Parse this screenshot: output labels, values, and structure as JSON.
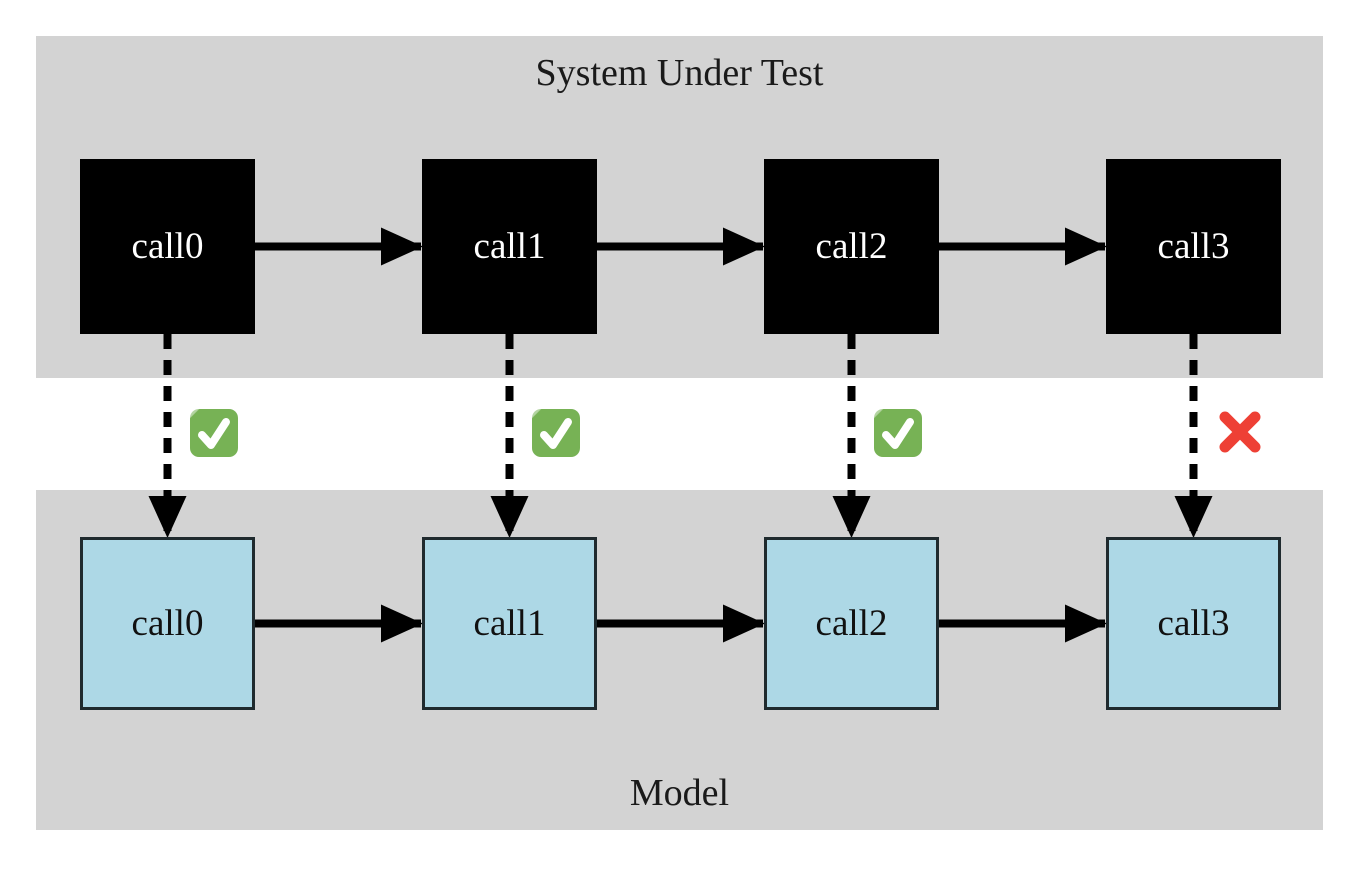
{
  "sut": {
    "title": "System Under Test",
    "nodes": [
      {
        "label": "call0"
      },
      {
        "label": "call1"
      },
      {
        "label": "call2"
      },
      {
        "label": "call3"
      }
    ]
  },
  "model": {
    "title": "Model",
    "nodes": [
      {
        "label": "call0"
      },
      {
        "label": "call1"
      },
      {
        "label": "call2"
      },
      {
        "label": "call3"
      }
    ]
  },
  "verdicts": [
    {
      "step": "call0",
      "result": "pass"
    },
    {
      "step": "call1",
      "result": "pass"
    },
    {
      "step": "call2",
      "result": "pass"
    },
    {
      "step": "call3",
      "result": "fail"
    }
  ],
  "colors": {
    "band_background": "#d3d3d3",
    "sut_node_fill": "#000000",
    "sut_node_text": "#ffffff",
    "model_node_fill": "#add8e6",
    "model_node_border": "#1f2a2e",
    "model_node_text": "#111111",
    "arrow": "#000000",
    "pass_green": "#77b255",
    "fail_red": "#ee4035",
    "title_text": "#1a1a1a"
  }
}
